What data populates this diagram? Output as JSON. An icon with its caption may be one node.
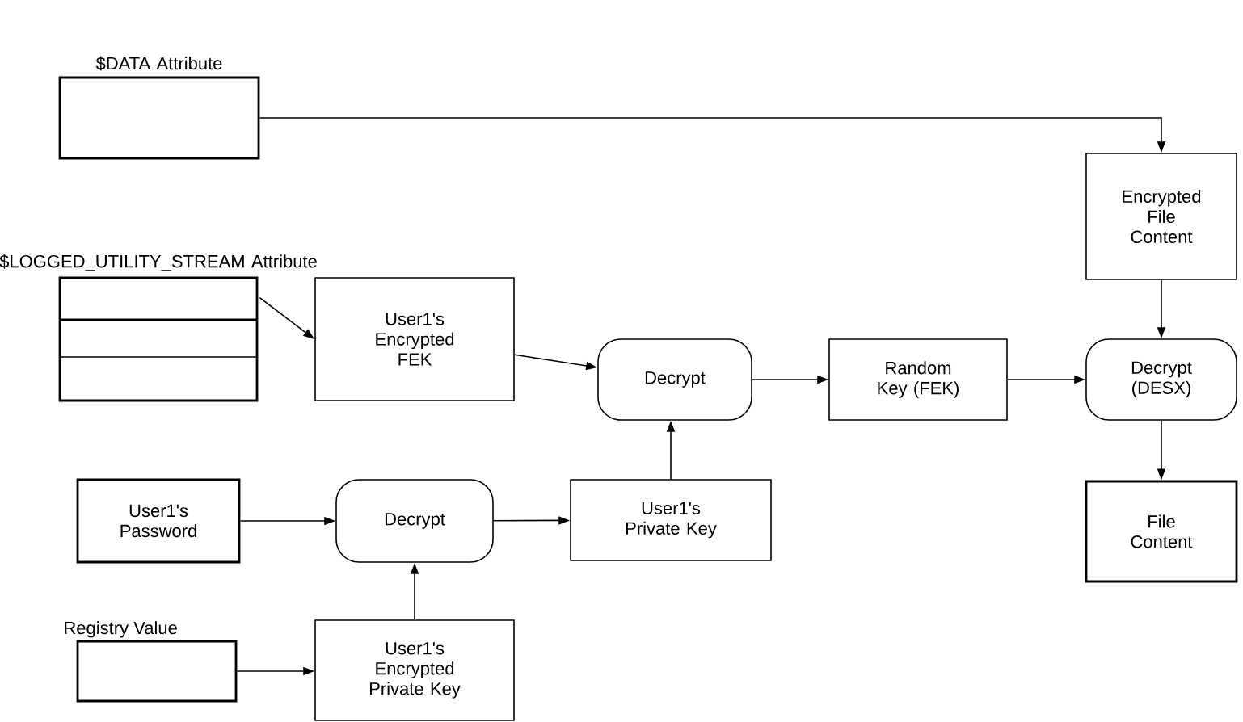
{
  "diagram": {
    "nodes": [
      {
        "text": [
          "$DATA Attribute"
        ]
      },
      {
        "text": [
          "$LOGGED_UTILITY_STREAM Attribute"
        ]
      },
      {
        "text": [
          "User1's Encrypted FEK"
        ]
      },
      {
        "text": [
          "Decrypt"
        ]
      },
      {
        "text": [
          "Random Key (FEK)"
        ]
      },
      {
        "text": [
          "Encrypted File Content"
        ]
      },
      {
        "text": [
          "Decrypt (DESX)"
        ]
      },
      {
        "text": [
          "File Content"
        ]
      },
      {
        "text": [
          "User1's Password"
        ]
      },
      {
        "text": [
          "Decrypt"
        ]
      },
      {
        "text": [
          "User1's Private Key"
        ]
      },
      {
        "text": [
          "Registry Value"
        ]
      },
      {
        "text": [
          "User1's Encrypted Private Key"
        ]
      }
    ],
    "edges": [
      {
        "from": 0,
        "to": 5,
        "arrow": "to"
      },
      {
        "from": 1,
        "to": 2,
        "arrow": "to"
      },
      {
        "from": 2,
        "to": 3,
        "arrow": "to"
      },
      {
        "from": 3,
        "to": 4,
        "arrow": "to"
      },
      {
        "from": 4,
        "to": 6,
        "arrow": "to"
      },
      {
        "from": 5,
        "to": 6,
        "arrow": "to"
      },
      {
        "from": 6,
        "to": 7,
        "arrow": "to"
      },
      {
        "from": 8,
        "to": 9,
        "arrow": "to"
      },
      {
        "from": 9,
        "to": 10,
        "arrow": "to"
      },
      {
        "from": 10,
        "to": 3,
        "arrow": "to"
      },
      {
        "from": 12,
        "to": 9,
        "arrow": "to"
      },
      {
        "from": 11,
        "to": 12,
        "arrow": "to"
      }
    ]
  }
}
